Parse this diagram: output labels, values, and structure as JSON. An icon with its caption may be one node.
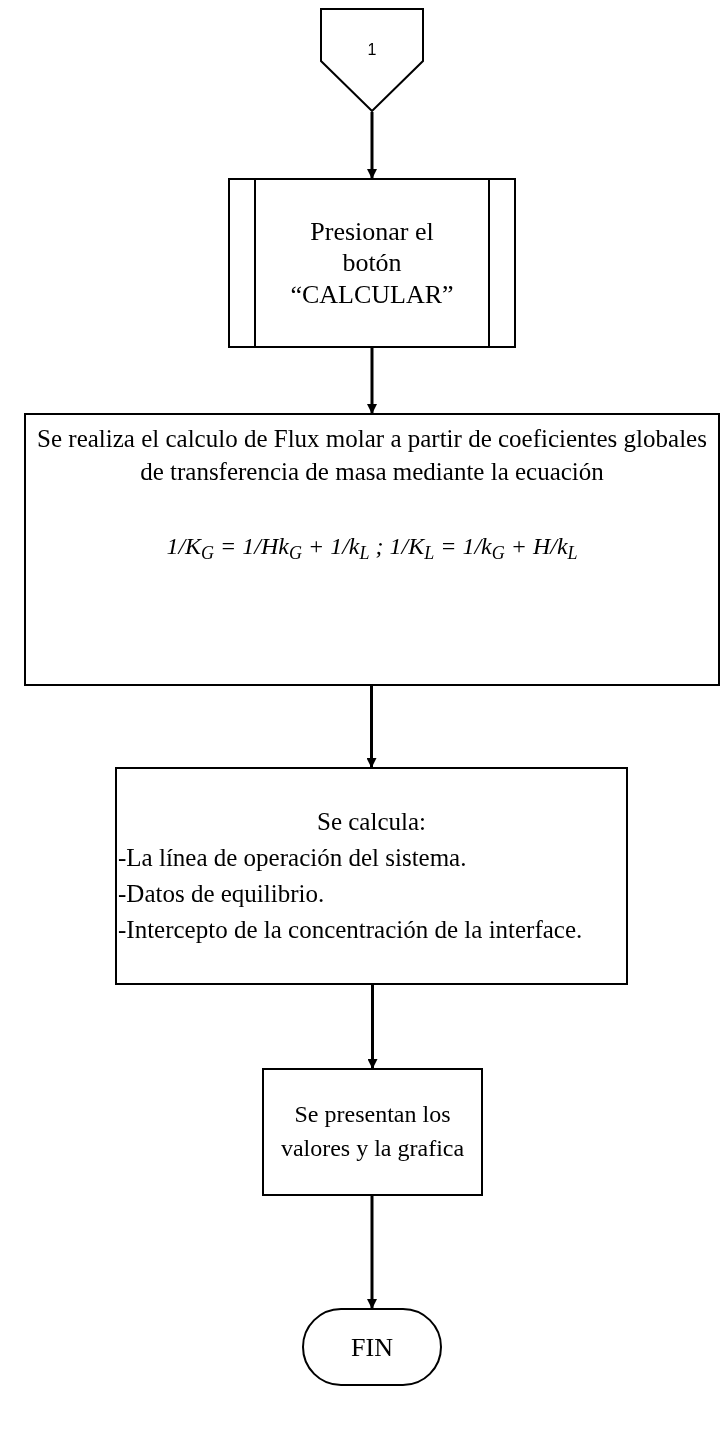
{
  "diagram": {
    "nodes": [
      {
        "text": [
          "1"
        ]
      },
      {
        "text": [
          "Presionar el botón “CALCULAR”"
        ]
      },
      {
        "text": [
          "Se realiza el calculo de Flux molar a partir de coeficientes globales de transferencia de masa mediante la ecuación",
          "1/K$_{G}$ = 1/Hk$_{G}$ + 1/k$_{L}$ ; 1/K$_{L}$ = 1/k$_{G}$ + H/k$_{L}$"
        ]
      },
      {
        "text": [
          "Se calcula:",
          "-La línea de operación del sistema.",
          "-Datos de equilibrio.",
          "-Intercepto de la concentración de la interface."
        ]
      },
      {
        "text": [
          "Se presentan los valores y la grafica"
        ]
      },
      {
        "text": [
          "FIN"
        ]
      }
    ],
    "edges": [
      {
        "from": 0,
        "to": 1,
        "arrow": "to"
      },
      {
        "from": 1,
        "to": 2,
        "arrow": "to"
      },
      {
        "from": 2,
        "to": 3,
        "arrow": "to"
      },
      {
        "from": 3,
        "to": 4,
        "arrow": "to"
      },
      {
        "from": 4,
        "to": 5,
        "arrow": "to"
      }
    ]
  }
}
